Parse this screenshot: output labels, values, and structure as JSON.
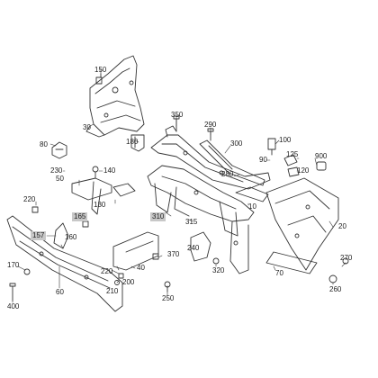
{
  "diagram": {
    "labels": {
      "l150": "150",
      "l30": "30",
      "l350": "350",
      "l290": "290",
      "l300": "300",
      "l100": "100",
      "l80": "80",
      "l180": "180",
      "l230": "230",
      "l140": "140",
      "l90": "90",
      "l125": "125",
      "l900": "900",
      "l50": "50",
      "l280": "280",
      "l120": "120",
      "l220a": "220",
      "l130": "130",
      "l10": "10",
      "l165": "165",
      "l310": "310",
      "l315": "315",
      "l20": "20",
      "l157": "157",
      "l160": "160",
      "l370": "370",
      "l240": "240",
      "l170": "170",
      "l220b": "220",
      "l40": "40",
      "l200": "200",
      "l320": "320",
      "l270": "270",
      "l210": "210",
      "l70": "70",
      "l400": "400",
      "l60": "60",
      "l250": "250",
      "l260": "260"
    },
    "colors": {
      "line": "#333333",
      "label_box": "#c8c8c8"
    }
  }
}
